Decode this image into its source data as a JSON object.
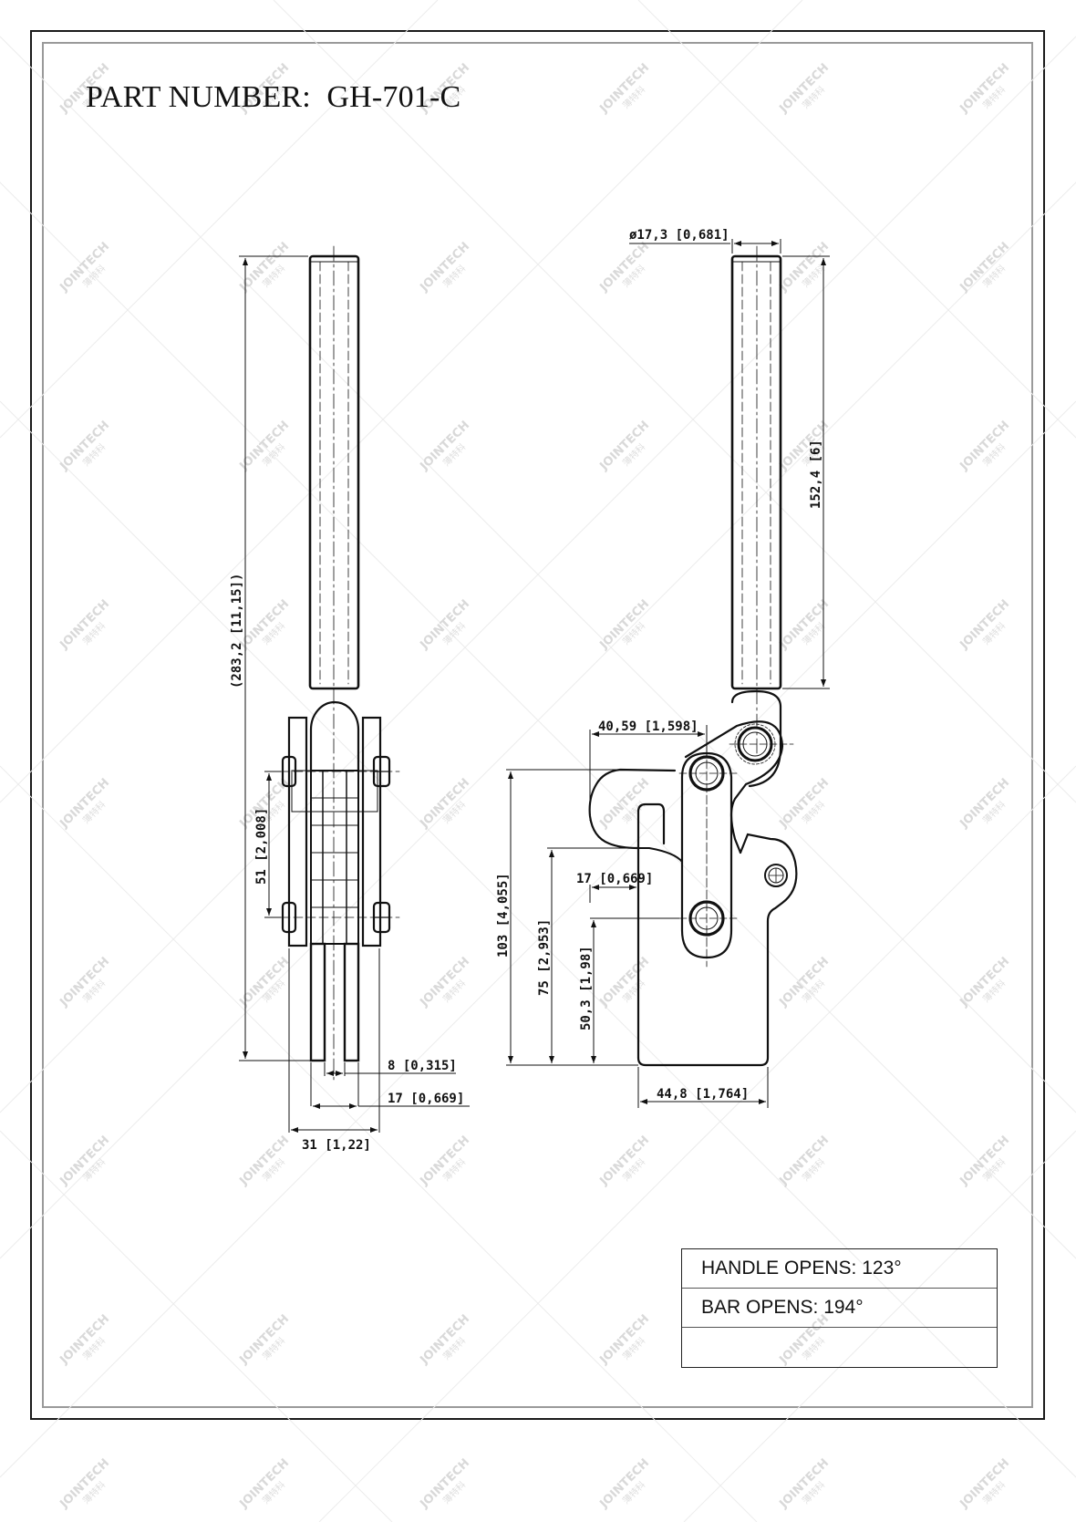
{
  "title": {
    "label": "PART NUMBER:",
    "part_number": "GH-701-C",
    "full": "PART NUMBER:  GH-701-C"
  },
  "watermark": {
    "text": "JOINTECH",
    "subtext": "薄特科"
  },
  "front_view": {
    "dimensions": {
      "overall_height": "(283,2 [11,15])",
      "bolt_spacing": "51 [2,008]",
      "bar_width": "8 [0,315]",
      "inner_width": "17 [0,669]",
      "outer_width": "31 [1,22]"
    }
  },
  "side_view": {
    "dimensions": {
      "handle_diameter": "ø17,3 [0,681]",
      "handle_length": "152,4 [6]",
      "pivot_offset": "40,59 [1,598]",
      "throat_width": "17 [0,669]",
      "overall_height": "103 [4,055]",
      "arm_height": "75 [2,953]",
      "base_pivot_height": "50,3 [1,98]",
      "base_width": "44,8 [1,764]"
    }
  },
  "spec_table": {
    "rows": [
      {
        "label": "HANDLE OPENS: 123°"
      },
      {
        "label": "BAR OPENS: 194°"
      },
      {
        "label": ""
      }
    ]
  },
  "colors": {
    "line": "#111111",
    "frame_outer": "#1a1a1a",
    "frame_inner": "#9a9a9a",
    "watermark": "#d9d9d9"
  }
}
